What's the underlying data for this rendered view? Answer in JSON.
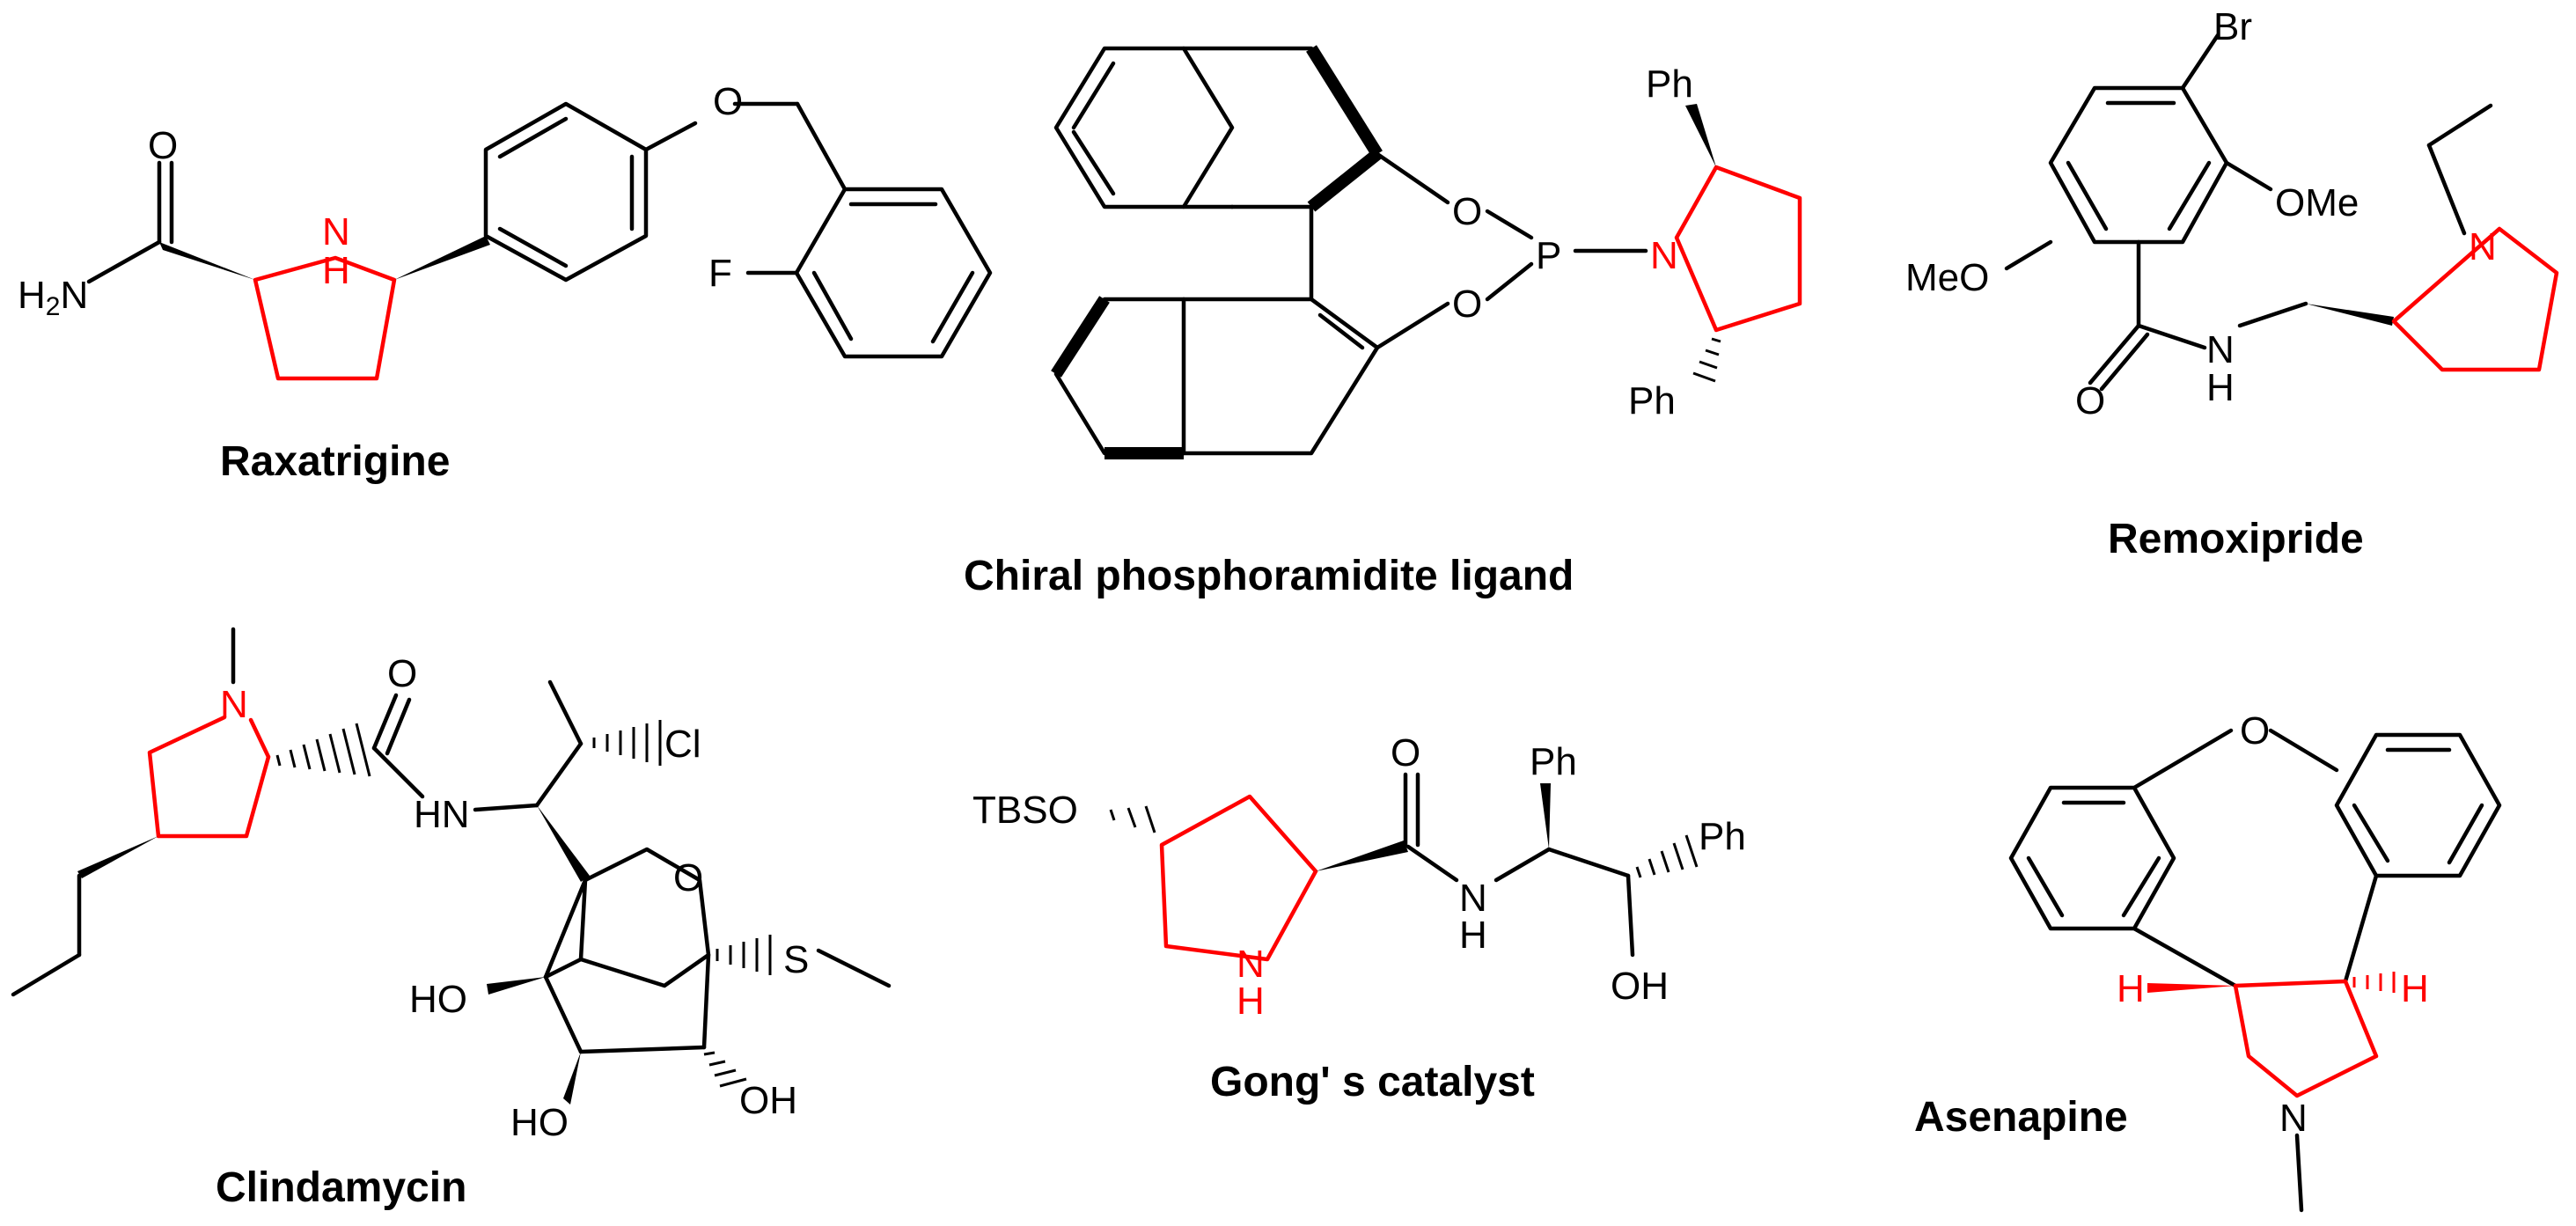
{
  "figure": {
    "structures": [
      {
        "caption": "Raxatrigine",
        "labels": {
          "o": "O",
          "h2n": "H2N",
          "nh": "N\nH",
          "f": "F",
          "o2": "O"
        }
      },
      {
        "caption": "Chiral phosphoramidite ligand",
        "labels": {
          "o1": "O",
          "o2": "O",
          "p": "P",
          "n": "N",
          "ph1": "Ph",
          "ph2": "Ph"
        }
      },
      {
        "caption": "Remoxipride",
        "labels": {
          "br": "Br",
          "ome": "OMe",
          "meo": "MeO",
          "o": "O",
          "nh": "N\nH",
          "n": "N"
        }
      },
      {
        "caption": "Clindamycin",
        "labels": {
          "n": "N",
          "o": "O",
          "cl": "Cl",
          "hn": "HN",
          "o_ring": "O",
          "s": "S",
          "ho1": "HO",
          "ho2": "HO",
          "oh": "OH"
        }
      },
      {
        "caption": "Gong' s catalyst",
        "labels": {
          "tbso": "TBSO",
          "o": "O",
          "nh": "N\nH",
          "ph1": "Ph",
          "ph2": "Ph",
          "oh": "OH"
        }
      },
      {
        "caption": "Asenapine",
        "labels": {
          "o": "O",
          "h1": "H",
          "h2": "H",
          "n": "N"
        }
      }
    ],
    "colors": {
      "highlight": "#ff0000",
      "bond": "#000000"
    }
  }
}
